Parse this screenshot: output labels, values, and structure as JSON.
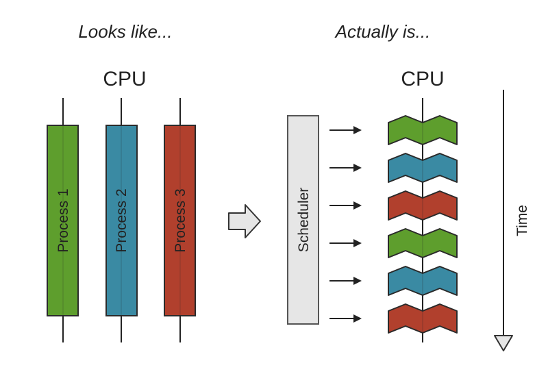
{
  "left_heading": "Looks like...",
  "right_heading": "Actually is...",
  "cpu_label": "CPU",
  "processes": [
    {
      "label": "Process 1",
      "color": "#5e9e2d"
    },
    {
      "label": "Process 2",
      "color": "#3a8aa3"
    },
    {
      "label": "Process 3",
      "color": "#b1402d"
    }
  ],
  "scheduler_label": "Scheduler",
  "time_label": "Time",
  "time_slices": [
    "#5e9e2d",
    "#3a8aa3",
    "#b1402d",
    "#5e9e2d",
    "#3a8aa3",
    "#b1402d"
  ],
  "colors": {
    "scheduler_fill": "#e6e6e6",
    "line": "#222222"
  }
}
